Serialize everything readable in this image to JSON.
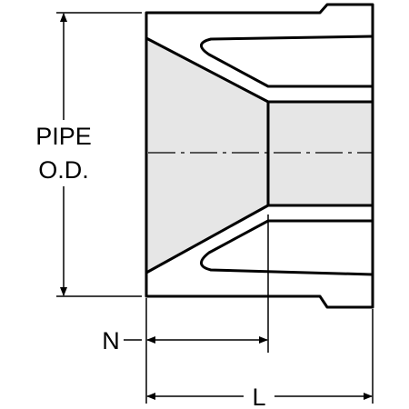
{
  "labels": {
    "pipe": "PIPE",
    "od": "O.D.",
    "n": "N",
    "l": "L"
  },
  "colors": {
    "line": "#000000",
    "bore_fill": "#e6e6e6",
    "background": "#ffffff"
  }
}
